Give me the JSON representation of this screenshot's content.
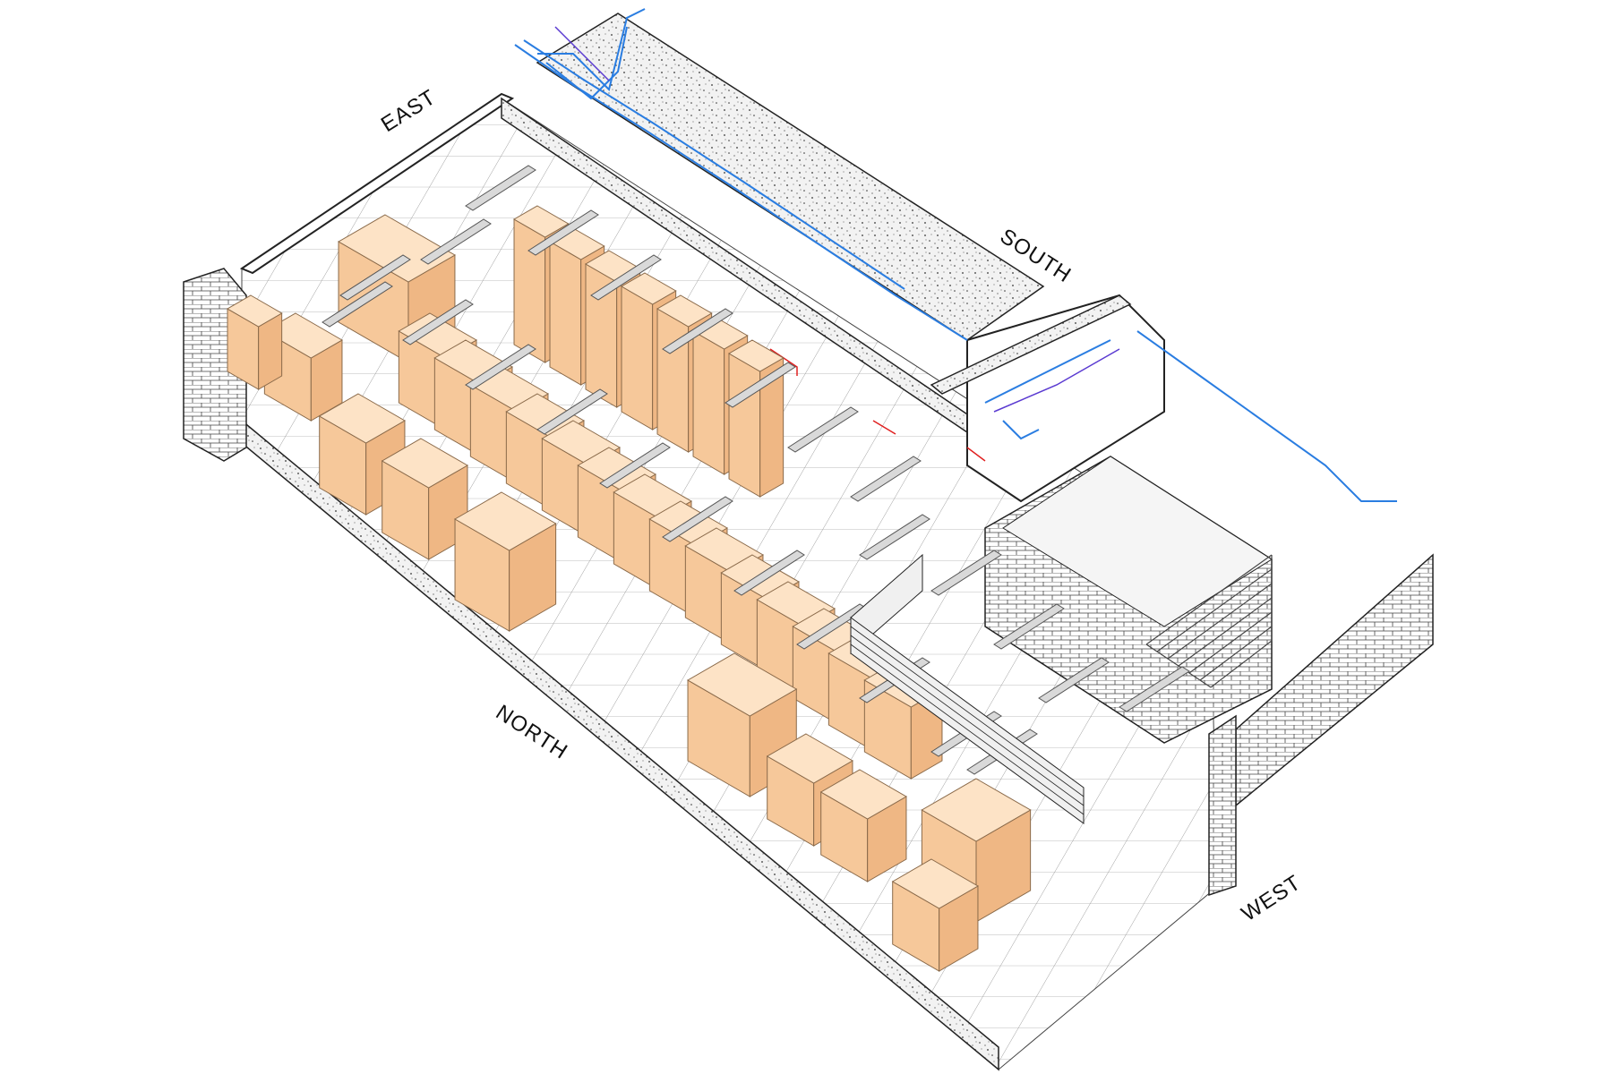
{
  "labels": {
    "east": "EAST",
    "south": "SOUTH",
    "north": "NORTH",
    "west": "WEST"
  },
  "colors": {
    "equipment": "#f6c89a",
    "piping": "#2a7de1",
    "piping_secondary": "#5a3ad1",
    "fire": "#e02020"
  }
}
